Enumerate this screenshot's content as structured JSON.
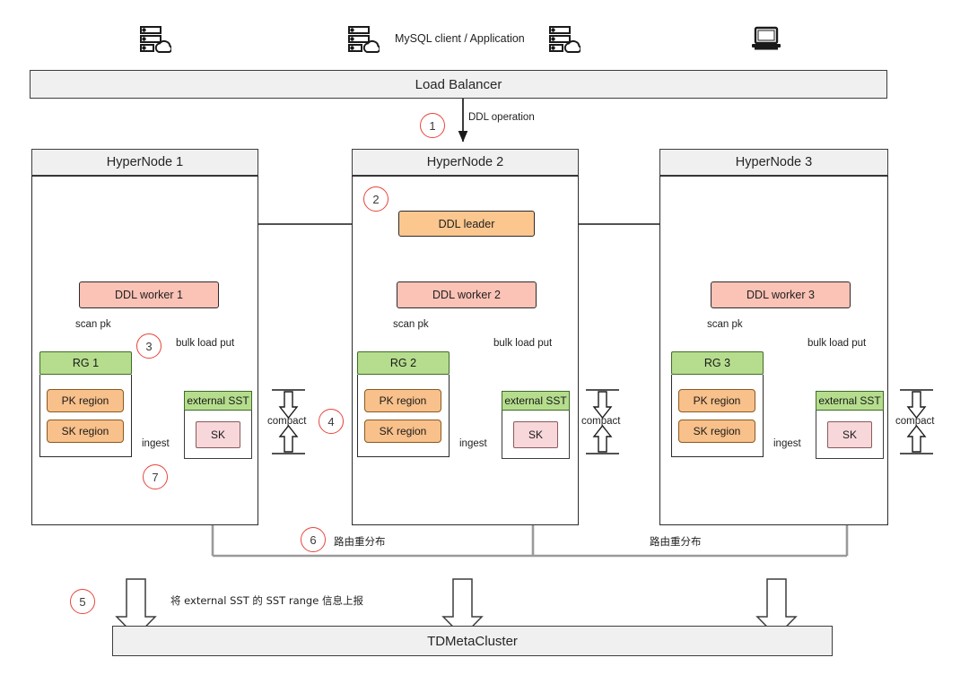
{
  "diagram": {
    "title": "HyperNode DDL / external SST flow",
    "colors": {
      "leader": "#fbc78e",
      "worker": "#fbc2b6",
      "green": "#b5dd8d",
      "region": "#f8c08a",
      "sk": "#f7d7da",
      "bar": "#f0f0f0",
      "step_red": "#e8453c",
      "gray_route": "#9a9a9a"
    }
  },
  "clients": {
    "label": "MySQL client / Application",
    "icons": [
      "server-cloud-icon",
      "server-cloud-icon",
      "server-cloud-icon",
      "laptop-icon"
    ]
  },
  "load_balancer": {
    "label": "Load Balancer"
  },
  "meta_cluster": {
    "label": "TDMetaCluster"
  },
  "steps": [
    {
      "n": "1",
      "label": "DDL operation"
    },
    {
      "n": "2",
      "label": ""
    },
    {
      "n": "3",
      "label": ""
    },
    {
      "n": "4",
      "label": "compact"
    },
    {
      "n": "5",
      "label": "将 external SST 的 SST range 信息上报"
    },
    {
      "n": "6",
      "label": "路由重分布"
    },
    {
      "n": "7",
      "label": ""
    }
  ],
  "edge_labels": {
    "ddl_operation": "DDL operation",
    "scan_pk": "scan pk",
    "bulk_load_put": "bulk load put",
    "ingest": "ingest",
    "compact": "compact",
    "route_redistribute": "路由重分布",
    "report_sst_range": "将 external SST 的 SST range 信息上报"
  },
  "nodes": [
    {
      "title": "HyperNode 1",
      "worker": "DDL worker 1",
      "rg": "RG 1",
      "pk_region": "PK region",
      "sk_region": "SK region",
      "external_sst": "external SST",
      "sk": "SK",
      "scan_pk": "scan pk",
      "bulk_load_put": "bulk load put",
      "ingest": "ingest",
      "compact": "compact"
    },
    {
      "title": "HyperNode 2",
      "leader": "DDL leader",
      "worker": "DDL worker 2",
      "rg": "RG 2",
      "pk_region": "PK region",
      "sk_region": "SK region",
      "external_sst": "external SST",
      "sk": "SK",
      "scan_pk": "scan pk",
      "bulk_load_put": "bulk load put",
      "ingest": "ingest",
      "compact": "compact"
    },
    {
      "title": "HyperNode 3",
      "worker": "DDL worker 3",
      "rg": "RG 3",
      "pk_region": "PK region",
      "sk_region": "SK region",
      "external_sst": "external SST",
      "sk": "SK",
      "scan_pk": "scan pk",
      "bulk_load_put": "bulk load put",
      "ingest": "ingest",
      "compact": "compact"
    }
  ]
}
